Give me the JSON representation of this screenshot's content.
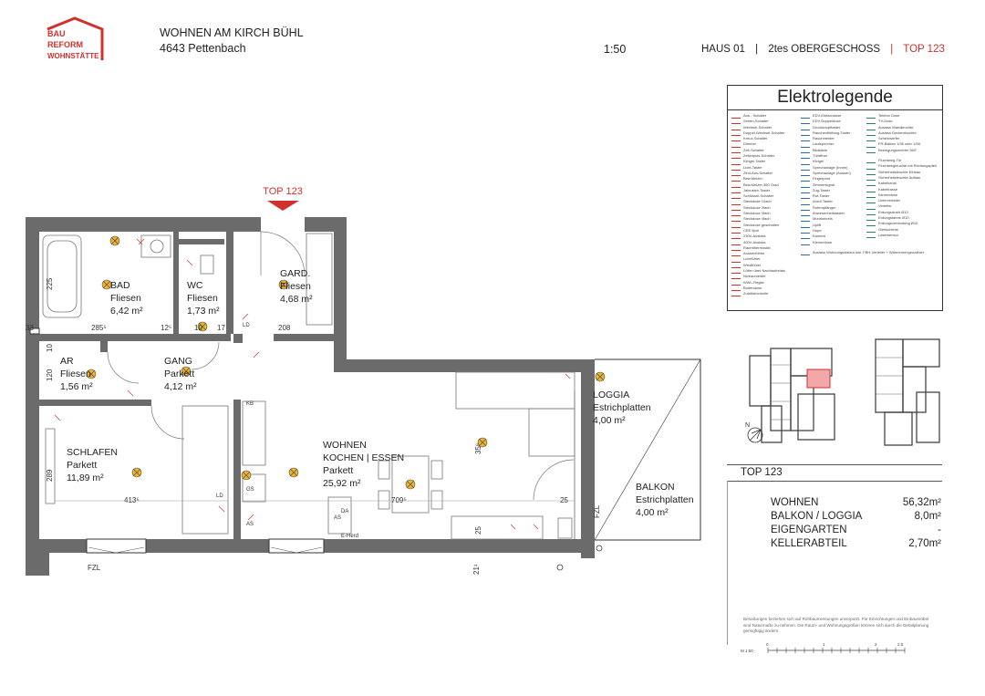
{
  "brand": {
    "logo_text": [
      "BAU",
      "REFORM",
      "WOHNSTÄTTE"
    ],
    "logo_color": "#d0312d"
  },
  "header": {
    "project": "WOHNEN AM KIRCH BÜHL",
    "address": "4643 Pettenbach",
    "scale": "1:50",
    "house": "HAUS 01",
    "sep": "|",
    "floor": "2tes OBERGESCHOSS",
    "top": "TOP 123"
  },
  "entrance_label": "TOP 123",
  "rooms": [
    {
      "name": "BAD",
      "floor": "Fliesen",
      "area": "6,42 m²"
    },
    {
      "name": "WC",
      "floor": "Fliesen",
      "area": "1,73 m²"
    },
    {
      "name": "GARD.",
      "floor": "Fliesen",
      "area": "4,68 m²"
    },
    {
      "name": "AR",
      "floor": "Fliesen",
      "area": "1,56 m²"
    },
    {
      "name": "GANG",
      "floor": "Parkett",
      "area": "4,12 m²"
    },
    {
      "name": "SCHLAFEN",
      "floor": "Parkett",
      "area": "11,89 m²"
    },
    {
      "name": "WOHNEN",
      "name2": "KOCHEN | ESSEN",
      "floor": "Parkett",
      "area": "25,92 m²"
    },
    {
      "name": "LOGGIA",
      "floor": "Estrichplatten",
      "area": "4,00 m²"
    },
    {
      "name": "BALKON",
      "floor": "Estrichplatten",
      "area": "4,00 m²"
    }
  ],
  "dimensions": [
    "225",
    "285⁵",
    "12⁵",
    "10",
    "17",
    "208",
    "10",
    "120",
    "289",
    "413⁵",
    "709⁵",
    "25",
    "35⁶",
    "25",
    "21¹",
    "33"
  ],
  "fixtures": {
    "fzl": "FZL",
    "ld": "LD",
    "gs": "GS",
    "kb": "KB",
    "as": "AS",
    "da": "DA",
    "eherd": "E-Herd"
  },
  "legend": {
    "title": "Elektrolegende",
    "col1": [
      "Aus - Schalter",
      "Serien-Schalter",
      "Wechsel-Schalter",
      "Doppel-Wechsel-Schalter",
      "Kreuz-Schalter",
      "Dimmer",
      "Zeit-Schalter",
      "Zeitimpuls-Schalter",
      "Klingel-Taster",
      "Licht-Taster",
      "Zirol-Aus-Schalter",
      "Bew.Melder",
      "Bew.Melder 360 Grad",
      "Jalousien-Taster",
      "Schlüssel-Schalter",
      "Steckdose 10ach",
      "Steckdose 2fach",
      "Steckdose 3fach",
      "Steckdose 4fach",
      "Steckdose geschalten",
      "CEE 5pol",
      "230V-Auslass",
      "400V-Auslass",
      "Raumthermostat",
      "Aussenfühler",
      "Lichtfühler",
      "Windfühler",
      "Lüfter über Nachlaufrelais",
      "Niveaumelder",
      "WWL-Regler",
      "Bodendose",
      "Zutrittskontrolle"
    ],
    "col2": [
      "EDV-Einfachdose",
      "EDV-Doppeldose",
      "Druckknopftaster",
      "Rauchentlüftung-Taster",
      "Rauchmelder",
      "Lautsprecher",
      "Bildsäule",
      "Türöffner",
      "Klingel",
      "Sprechanlage (Innen)",
      "Sprechanlage (Aussen)",
      "Fingerprint",
      "Zimmersignal",
      "Zug-Taster",
      "Ruf-Taster",
      "Anruf-Taster",
      "Rufempfänger",
      "Anwesenheitstaster",
      "Monitorkreis",
      "Uplift",
      "Hupe",
      "Kamera",
      "Klemmdose",
      "",
      "Auslass Wohnungsstation inkl. FBH-Verteiler + Wärmemengenzähler"
    ],
    "col3": [
      "Telefon Dose",
      "TV-Dose",
      "Auslass Wandleuchte",
      "Auslass Deckenleuchte",
      "Scheinwerfer",
      "FR-Balken 1/36 oder 1/58",
      "Bewegungsmelder 360°",
      "",
      "Fluchtweg-Tür",
      "Fluchtwegleuchte mit Richtungspfeil",
      "Sicherheitsleuchte Einbau",
      "Sicherheitsleuchte Aufbau",
      "Kabelkanal",
      "Kabeltrasse",
      "Klemmdose",
      "Unterverteiler",
      "Verteiler",
      "Erdungsdraht Ø10",
      "Erdungsfahne Ø10",
      "Erdungsverbindung Ø10",
      "Gleitschiene",
      "Lasersensor"
    ]
  },
  "summary": {
    "title": "TOP 123",
    "rows": [
      {
        "label": "WOHNEN",
        "value": "56,32m²"
      },
      {
        "label": "BALKON / LOGGIA",
        "value": "8,0m²"
      },
      {
        "label": "EIGENGARTEN",
        "value": "-"
      },
      {
        "label": "KELLERABTEIL",
        "value": "2,70m²"
      }
    ]
  },
  "note": "Benaßungen beziehen sich auf Rohbaumessungen unverputzt. Für Einrichtungen und Einbaumöbel sind Naturmaße zu nehmen. Die Raum- und Wohnungsgrößen können sich durch die Detailplanung geringfügig ändern.",
  "scalebar": {
    "unit_label": "M 1:50",
    "ticks": [
      "0",
      "1",
      "2",
      "2.5"
    ]
  },
  "north": "N",
  "colors": {
    "wall": "#6b6b6b",
    "accent": "#d0312d",
    "lamp": "#f0b429",
    "highlight": "#f2a8a8"
  }
}
